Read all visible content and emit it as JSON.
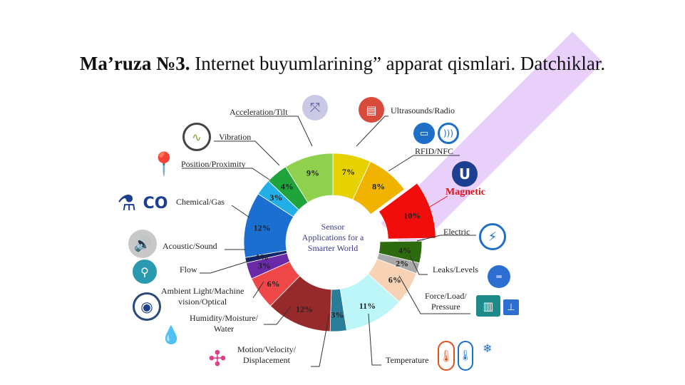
{
  "title": {
    "bold": "Ma’ruza №3.",
    "rest": " Internet buyumlarining” apparat qismlari. Datchiklar."
  },
  "chart_data": {
    "type": "pie",
    "subtype": "donut",
    "center_label": [
      "Sensor",
      "Applications for a",
      "Smarter World"
    ],
    "slices": [
      {
        "label": "Ultrasounds/Radio",
        "value": 7,
        "pct": "7%",
        "color": "#e6d200"
      },
      {
        "label": "RFID/NFC",
        "value": 8,
        "pct": "8%",
        "color": "#f0b400"
      },
      {
        "label": "Magnetic",
        "value": 10,
        "pct": "10%",
        "color": "#f20d0d",
        "exploded": true
      },
      {
        "label": "Electric",
        "value": 4,
        "pct": "4%",
        "color": "#2e6b0e"
      },
      {
        "label": "Leaks/Levels",
        "value": 2,
        "pct": "2%",
        "color": "#a9a9a9"
      },
      {
        "label": "Force/Load/ Pressure",
        "value": 6,
        "pct": "6%",
        "color": "#f8d2b4"
      },
      {
        "label": "Temperature",
        "value": 11,
        "pct": "11%",
        "color": "#bdf6f8"
      },
      {
        "label": "Motion/Velocity/ Displacement",
        "value": 3,
        "pct": "3%",
        "color": "#2a7d99"
      },
      {
        "label": "Humidity/Moisture/ Water",
        "value": 12,
        "pct": "12%",
        "color": "#962a2a"
      },
      {
        "label": "Ambient Light/Machine vision/Optical",
        "value": 6,
        "pct": "6%",
        "color": "#f04848"
      },
      {
        "label": "Flow",
        "value": 3,
        "pct": "3%",
        "color": "#6a2aa8"
      },
      {
        "label": "Acoustic/Sound",
        "value": 1,
        "pct": "1%",
        "color": "#12236b"
      },
      {
        "label": "Chemical/Gas",
        "value": 12,
        "pct": "12%",
        "color": "#1a6fd0"
      },
      {
        "label": "Position/Proximity",
        "value": 3,
        "pct": "3%",
        "color": "#23aee8"
      },
      {
        "label": "Vibration",
        "value": 4,
        "pct": "4%",
        "color": "#1fa33a"
      },
      {
        "label": "Acceleration/Tilt",
        "value": 9,
        "pct": "9%",
        "color": "#8fd14f"
      }
    ]
  },
  "labels": {
    "acceleration": "Acceleration/Tilt",
    "ultrasounds": "Ultrasounds/Radio",
    "rfid": "RFID/NFC",
    "magnetic": "Magnetic",
    "electric": "Electric",
    "leaks": "Leaks/Levels",
    "force1": "Force/Load/",
    "force2": "Pressure",
    "temperature": "Temperature",
    "motion1": "Motion/Velocity/",
    "motion2": "Displacement",
    "humidity1": "Humidity/Moisture/",
    "humidity2": "Water",
    "ambient1": "Ambient Light/Machine",
    "ambient2": "vision/Optical",
    "flow": "Flow",
    "acoustic": "Acoustic/Sound",
    "chemical": "Chemical/Gas",
    "position": "Position/Proximity",
    "vibration": "Vibration"
  },
  "icons": {
    "co": "CO"
  }
}
